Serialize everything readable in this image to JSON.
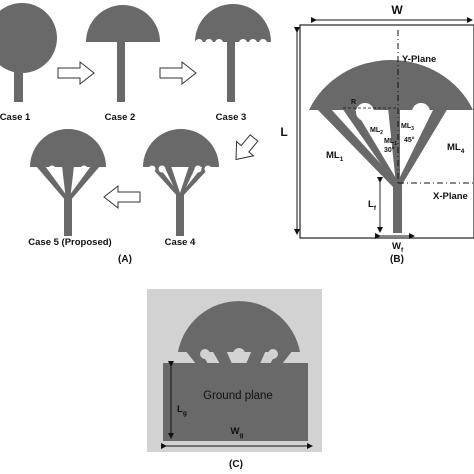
{
  "panel_a": {
    "label": "(A)",
    "cases": [
      "Case 1",
      "Case 2",
      "Case 3",
      "Case 4",
      "Case 5 (Proposed)"
    ]
  },
  "panel_b": {
    "label": "(B)",
    "dims": {
      "W": "W",
      "L": "L",
      "y_plane": "Y-Plane",
      "x_plane": "X-Plane",
      "R": "R",
      "ml1_left": "ML",
      "ml1_left_sub": "1",
      "ml2": "ML",
      "ml2_sub": "2",
      "ml3": "ML",
      "ml3_sub": "3",
      "ml4": "ML",
      "ml4_sub": "4",
      "ml1_inner": "ML",
      "ml1_inner_sub": "1",
      "angle_30": "30°",
      "angle_45": "45°",
      "lf": "L",
      "lf_sub": "f",
      "wf": "W",
      "wf_sub": "f"
    }
  },
  "panel_c": {
    "label": "(C)",
    "ground_plane": "Ground plane",
    "lg": "L",
    "lg_sub": "g",
    "wg": "W",
    "wg_sub": "g"
  },
  "colors": {
    "metal": "#696969",
    "photo_bg": "#d2d2d2",
    "ink": "#111111"
  }
}
